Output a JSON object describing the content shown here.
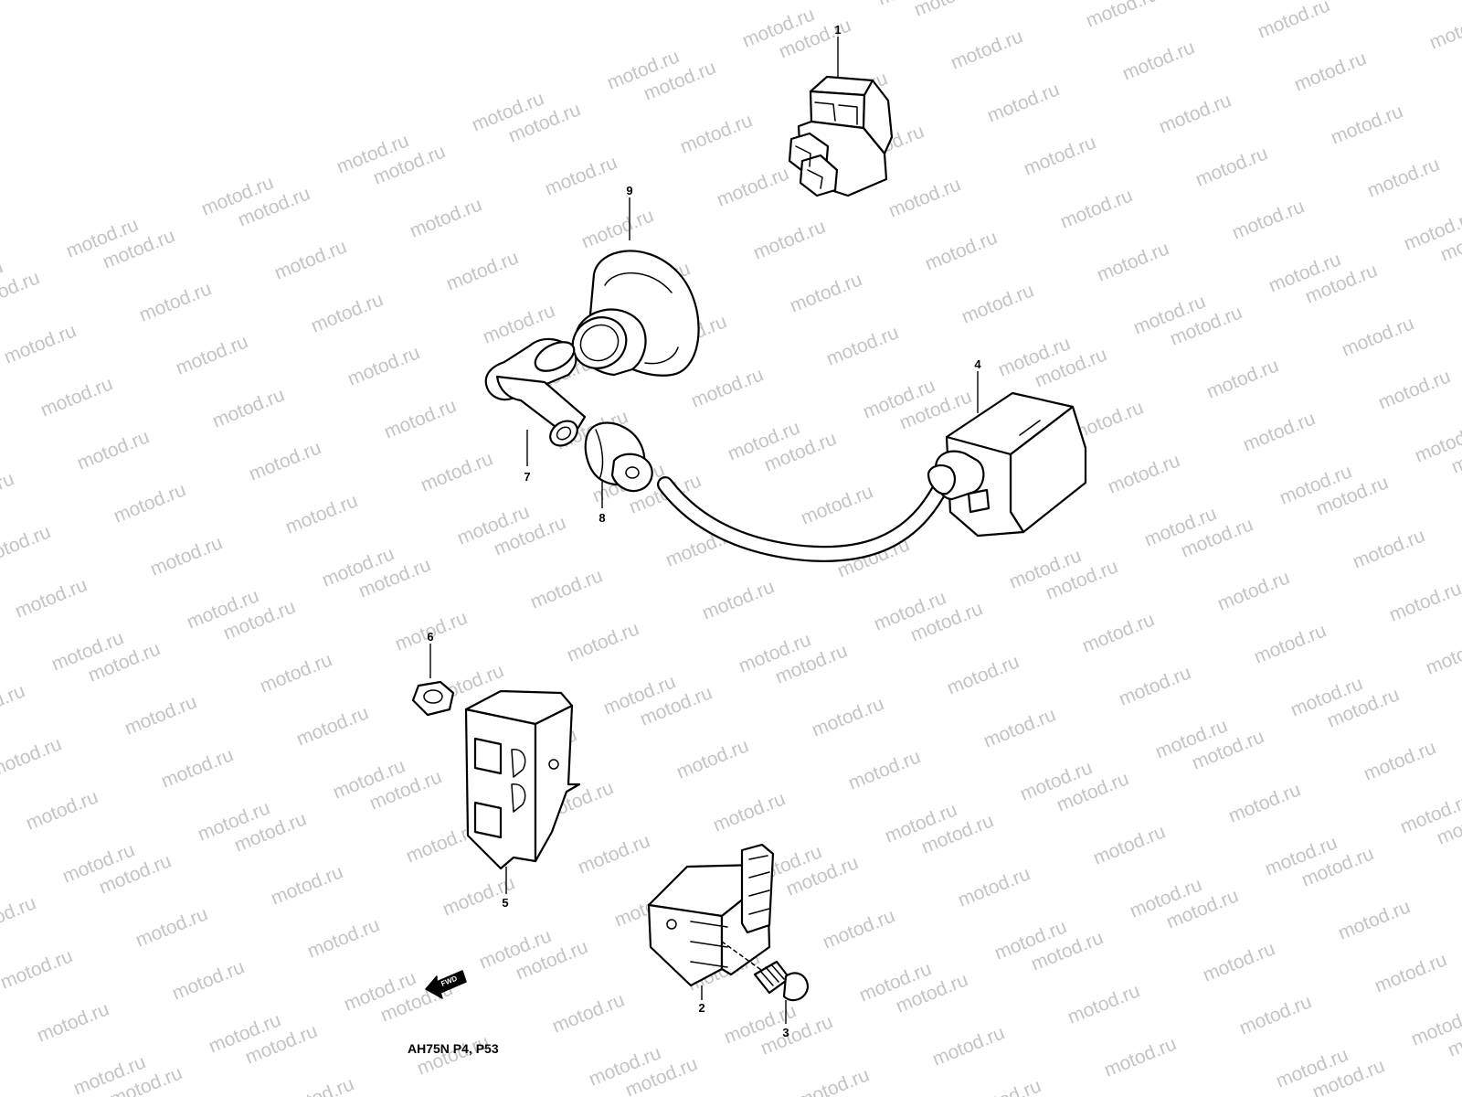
{
  "watermark": "motod.ru",
  "callouts": {
    "c1": "1",
    "c2": "2",
    "c3": "3",
    "c4": "4",
    "c5": "5",
    "c6": "6",
    "c7": "7",
    "c8": "8",
    "c9": "9"
  },
  "direction_label": "FWD",
  "caption": "AH75N P4, P53"
}
